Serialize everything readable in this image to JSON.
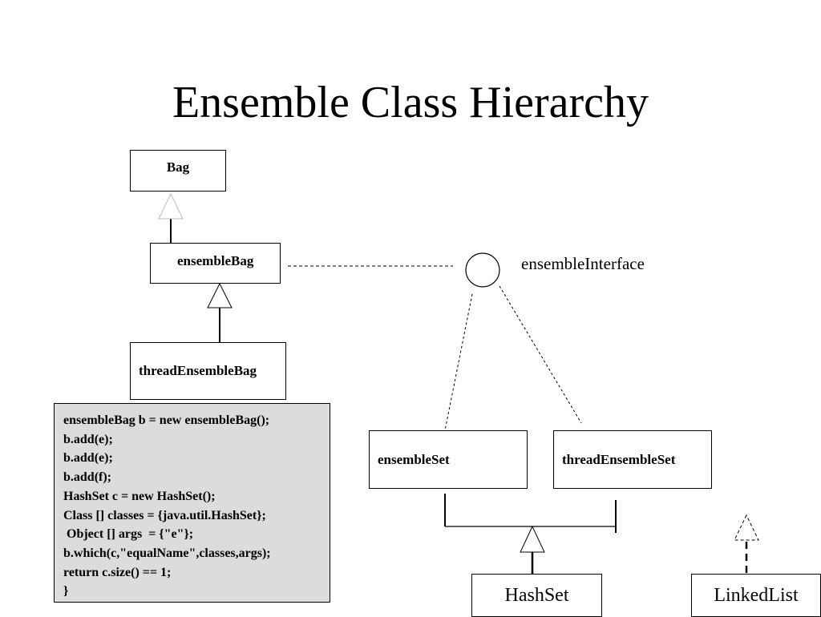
{
  "title": "Ensemble Class Hierarchy",
  "classes": {
    "bag": "Bag",
    "ensemble_bag": "ensembleBag",
    "thread_ensemble_bag": "threadEnsembleBag",
    "ensemble_set": "ensembleSet",
    "thread_ensemble_set": "threadEnsembleSet",
    "hash_set": "HashSet",
    "linked_list": "LinkedList"
  },
  "interface_label": "ensembleInterface",
  "code_lines": [
    "ensembleBag b = new ensembleBag();",
    "b.add(e);",
    "b.add(e);",
    "b.add(f);",
    "HashSet c = new HashSet();",
    "Class [] classes = {java.util.HashSet};",
    " Object [] args  = {\"e\"};",
    "b.which(c,\"equalName\",classes,args);",
    "return c.size() == 1;",
    "}"
  ],
  "colors": {
    "background": "#ffffff",
    "line": "#000000",
    "code_background": "#dcdcdc",
    "faded_arrow": "#bbbbbb"
  }
}
